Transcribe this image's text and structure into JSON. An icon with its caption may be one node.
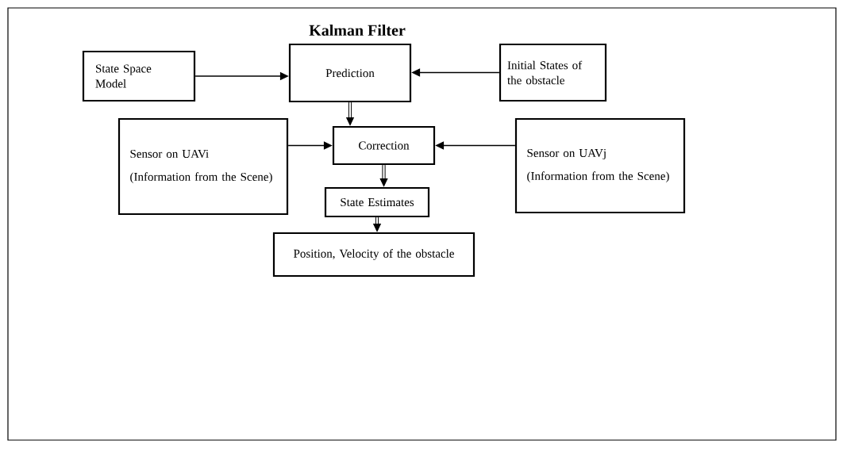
{
  "diagram": {
    "title": "Kalman Filter",
    "nodes": [
      {
        "text": [
          "State Space Model"
        ]
      },
      {
        "text": [
          "Prediction"
        ]
      },
      {
        "text": [
          "Initial States of the obstacle"
        ]
      },
      {
        "text": [
          "Sensor on UAVi",
          "(Information from the Scene)"
        ]
      },
      {
        "text": [
          "Correction"
        ]
      },
      {
        "text": [
          "Sensor on UAVj",
          "(Information from the Scene)"
        ]
      },
      {
        "text": [
          "State Estimates"
        ]
      },
      {
        "text": [
          "Position, Velocity of the obstacle"
        ]
      }
    ],
    "edges": [
      {
        "from": 0,
        "to": 1,
        "arrow": "to"
      },
      {
        "from": 2,
        "to": 1,
        "arrow": "to"
      },
      {
        "from": 1,
        "to": 4,
        "arrow": "to",
        "style": "thick"
      },
      {
        "from": 3,
        "to": 4,
        "arrow": "to"
      },
      {
        "from": 5,
        "to": 4,
        "arrow": "to"
      },
      {
        "from": 4,
        "to": 6,
        "arrow": "to",
        "style": "thick"
      },
      {
        "from": 6,
        "to": 7,
        "arrow": "to",
        "style": "thick"
      }
    ]
  }
}
